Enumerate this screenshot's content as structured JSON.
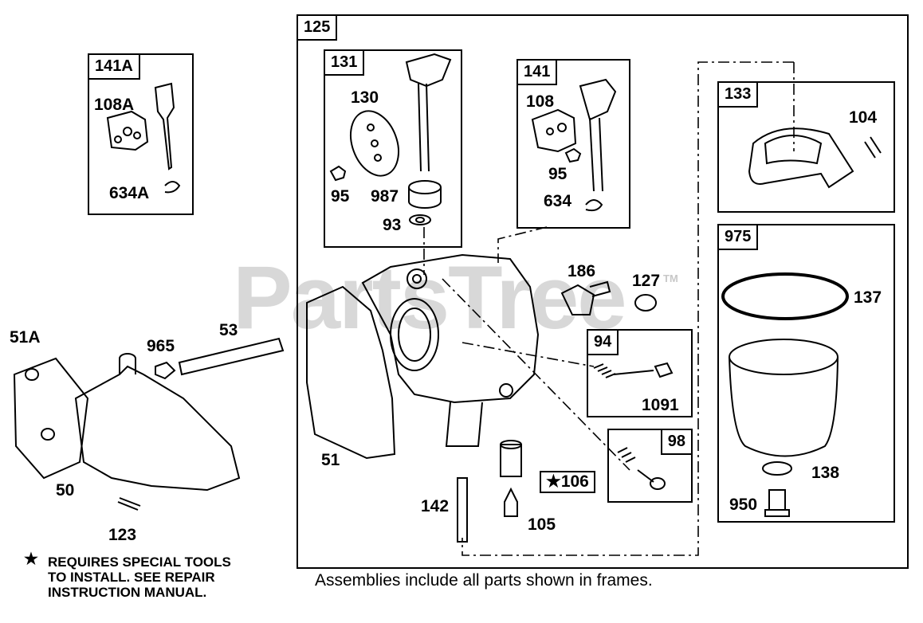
{
  "watermark": {
    "text": "PartsTree",
    "trademark": "TM"
  },
  "frames": {
    "f125": "125",
    "f141A": "141A",
    "f131": "131",
    "f141": "141",
    "f133": "133",
    "f975": "975",
    "f94": "94",
    "f98": "98"
  },
  "parts": {
    "p108A": "108A",
    "p634A": "634A",
    "p130": "130",
    "p95a": "95",
    "p987": "987",
    "p93": "93",
    "p108": "108",
    "p95b": "95",
    "p634": "634",
    "p104": "104",
    "p186": "186",
    "p127": "127",
    "p137": "137",
    "p1091": "1091",
    "p51A": "51A",
    "p965": "965",
    "p53": "53",
    "p50": "50",
    "p123": "123",
    "p51": "51",
    "p106": "★106",
    "p142": "142",
    "p105": "105",
    "p138": "138",
    "p950": "950"
  },
  "notes": {
    "star": "★",
    "special_tools": [
      "REQUIRES SPECIAL TOOLS",
      "TO INSTALL.  SEE REPAIR",
      "INSTRUCTION MANUAL."
    ],
    "caption": "Assemblies include all parts shown in frames."
  }
}
